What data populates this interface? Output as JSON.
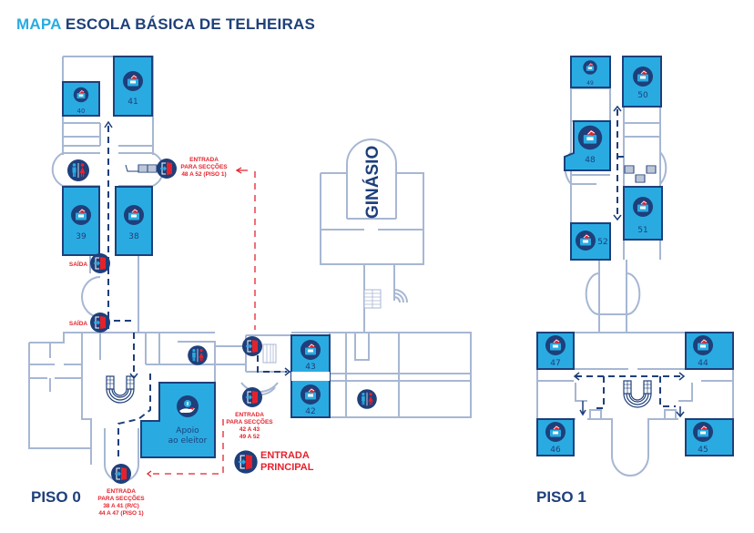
{
  "title": {
    "accent": "MAPA",
    "main": "ESCOLA BÁSICA DE TELHEIRAS"
  },
  "colors": {
    "accent": "#29abe2",
    "navy": "#1e3f7a",
    "red": "#e5222c",
    "wall": "#a7b7d3"
  },
  "floors": [
    {
      "label": "PISO 0",
      "rooms": [
        "40",
        "41",
        "39",
        "38",
        "43",
        "42"
      ],
      "facilities": {
        "apoio": [
          "Apoio",
          "ao eleitor"
        ],
        "gym": "GINÁSIO"
      },
      "entrances": {
        "upper": [
          "ENTRADA",
          "PARA SECÇÕES",
          "48 A 52 (PISO 1)"
        ],
        "middle": [
          "ENTRADA",
          "PARA SECÇÕES",
          "42 A 43",
          "49 A 52"
        ],
        "bottom": [
          "ENTRADA",
          "PARA SECÇÕES",
          "38 A 41 (R/C)",
          "44 A 47 (PISO 1)"
        ],
        "main": [
          "ENTRADA",
          "PRINCIPAL"
        ]
      },
      "exits": [
        "SAÍDA",
        "SAÍDA"
      ]
    },
    {
      "label": "PISO 1",
      "rooms": [
        "49",
        "50",
        "48",
        "52",
        "51",
        "47",
        "44",
        "46",
        "45"
      ]
    }
  ],
  "icons": [
    "ballot-box-icon",
    "restroom-icon",
    "entrance-door-icon",
    "info-hand-icon",
    "stairs-icon"
  ]
}
